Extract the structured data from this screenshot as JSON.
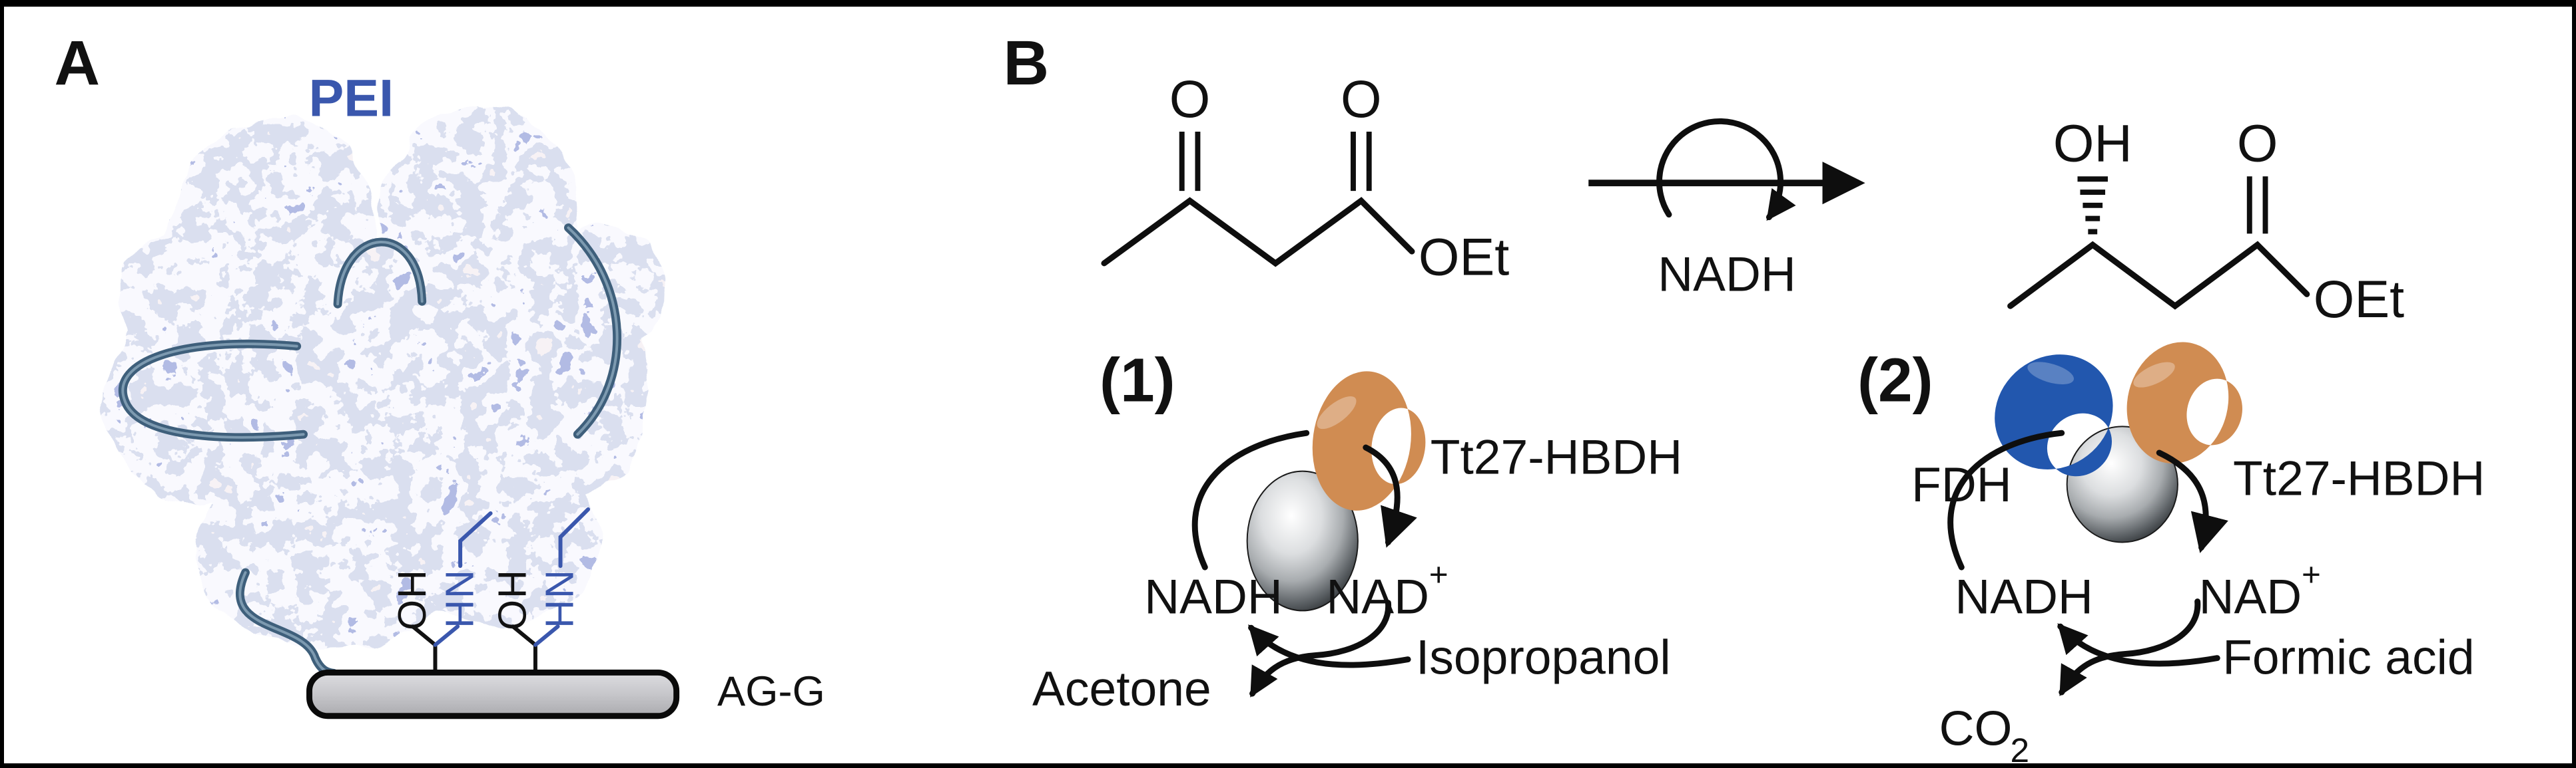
{
  "panel_a": {
    "label": "A",
    "polymer_label": "PEI",
    "support_label": "AG-G",
    "linker": {
      "hydroxyl": "HO",
      "amine": "NH"
    }
  },
  "panel_b": {
    "label": "B",
    "substrate": {
      "ketone_o": "O",
      "ester_o": "O",
      "ester_group": "OEt"
    },
    "arrow_cofactor": "NADH",
    "product": {
      "hydroxyl": "OH",
      "ester_o": "O",
      "ester_group": "OEt"
    },
    "scheme_1": {
      "number": "(1)",
      "enzyme": "Tt27-HBDH",
      "nadh": "NADH",
      "nad": "NAD",
      "nad_charge": "+",
      "cosubstrate": "Isopropanol",
      "coproduct": "Acetone"
    },
    "scheme_2": {
      "number": "(2)",
      "enzyme_1": "FDH",
      "enzyme_2": "Tt27-HBDH",
      "nadh": "NADH",
      "nad": "NAD",
      "nad_charge": "+",
      "cosubstrate": "Formic acid",
      "coproduct_base": "CO",
      "coproduct_subscript": "2"
    }
  },
  "colors": {
    "pei_blue": "#3a57ad",
    "fdh_blue": "#2257ae",
    "enzyme_orange": "#d08c52",
    "support_gray": "#c9c9cd",
    "strand_slate": "#3e5f7b"
  }
}
